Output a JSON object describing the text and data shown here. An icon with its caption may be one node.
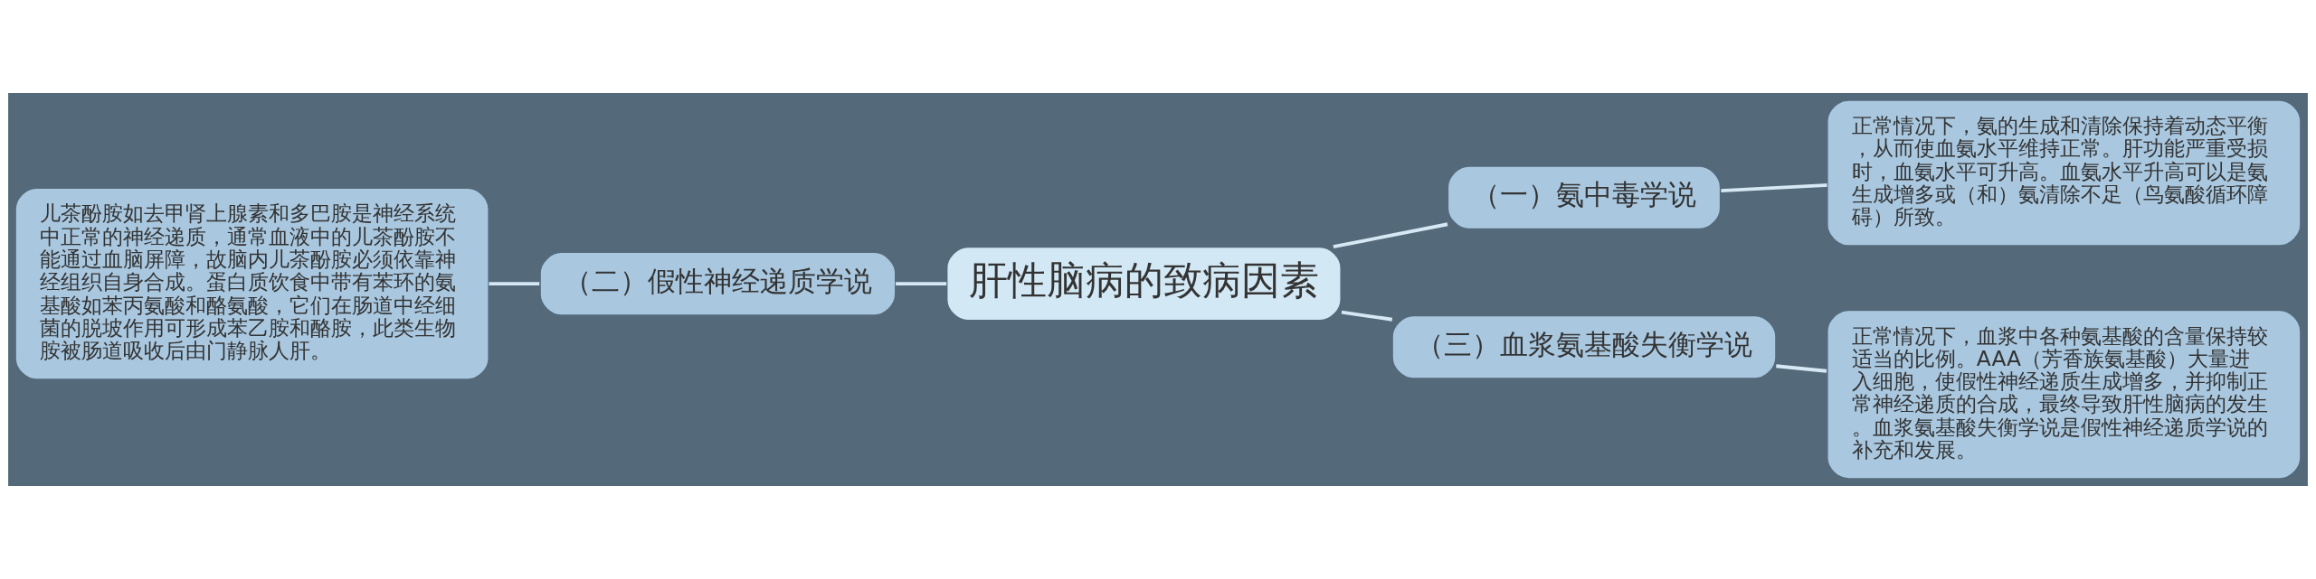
{
  "diagram": {
    "nodes": [
      {
        "text": [
          "肝性脑病的致病因素"
        ]
      },
      {
        "text": [
          "（二）假性神经递质学说"
        ]
      },
      {
        "text": [
          "儿茶酚胺如去甲肾上腺素和多巴胺是神经系统中正常的神经递质，通常血液中的儿茶酚胺不能通过血脑屏障，故脑内儿茶酚胺必须依靠神经组织自身合成。蛋白质饮食中带有苯环的氨基酸如苯丙氨酸和酪氨酸，它们在肠道中经细菌的脱坡作用可形成苯乙胺和酪胺，此类生物胺被肠道吸收后由门静脉人肝。"
        ]
      },
      {
        "text": [
          "（一）氨中毒学说"
        ]
      },
      {
        "text": [
          "正常情况下，氨的生成和清除保持着动态平衡，从而使血氨水平维持正常。肝功能严重受损时，血氨水平可升高。血氨水平升高可以是氨生成增多或（和）氨清除不足（鸟氨酸循环障碍）所致。"
        ]
      },
      {
        "text": [
          "（三）血浆氨基酸失衡学说"
        ]
      },
      {
        "text": [
          "正常情况下，血浆中各种氨基酸的含量保持较适当的比例。AAA（芳香族氨基酸）大量进入细胞，使假性神经递质生成增多，并抑制正常神经递质的合成，最终导致肝性脑病的发生。血浆氨基酸失衡学说是假性神经递质学说的补充和发展。"
        ]
      }
    ],
    "edges": [
      {
        "from": 0,
        "to": 1,
        "arrow": "none"
      },
      {
        "from": 1,
        "to": 2,
        "arrow": "none"
      },
      {
        "from": 0,
        "to": 3,
        "arrow": "none"
      },
      {
        "from": 3,
        "to": 4,
        "arrow": "none"
      },
      {
        "from": 0,
        "to": 5,
        "arrow": "none"
      },
      {
        "from": 5,
        "to": 6,
        "arrow": "none"
      }
    ]
  }
}
